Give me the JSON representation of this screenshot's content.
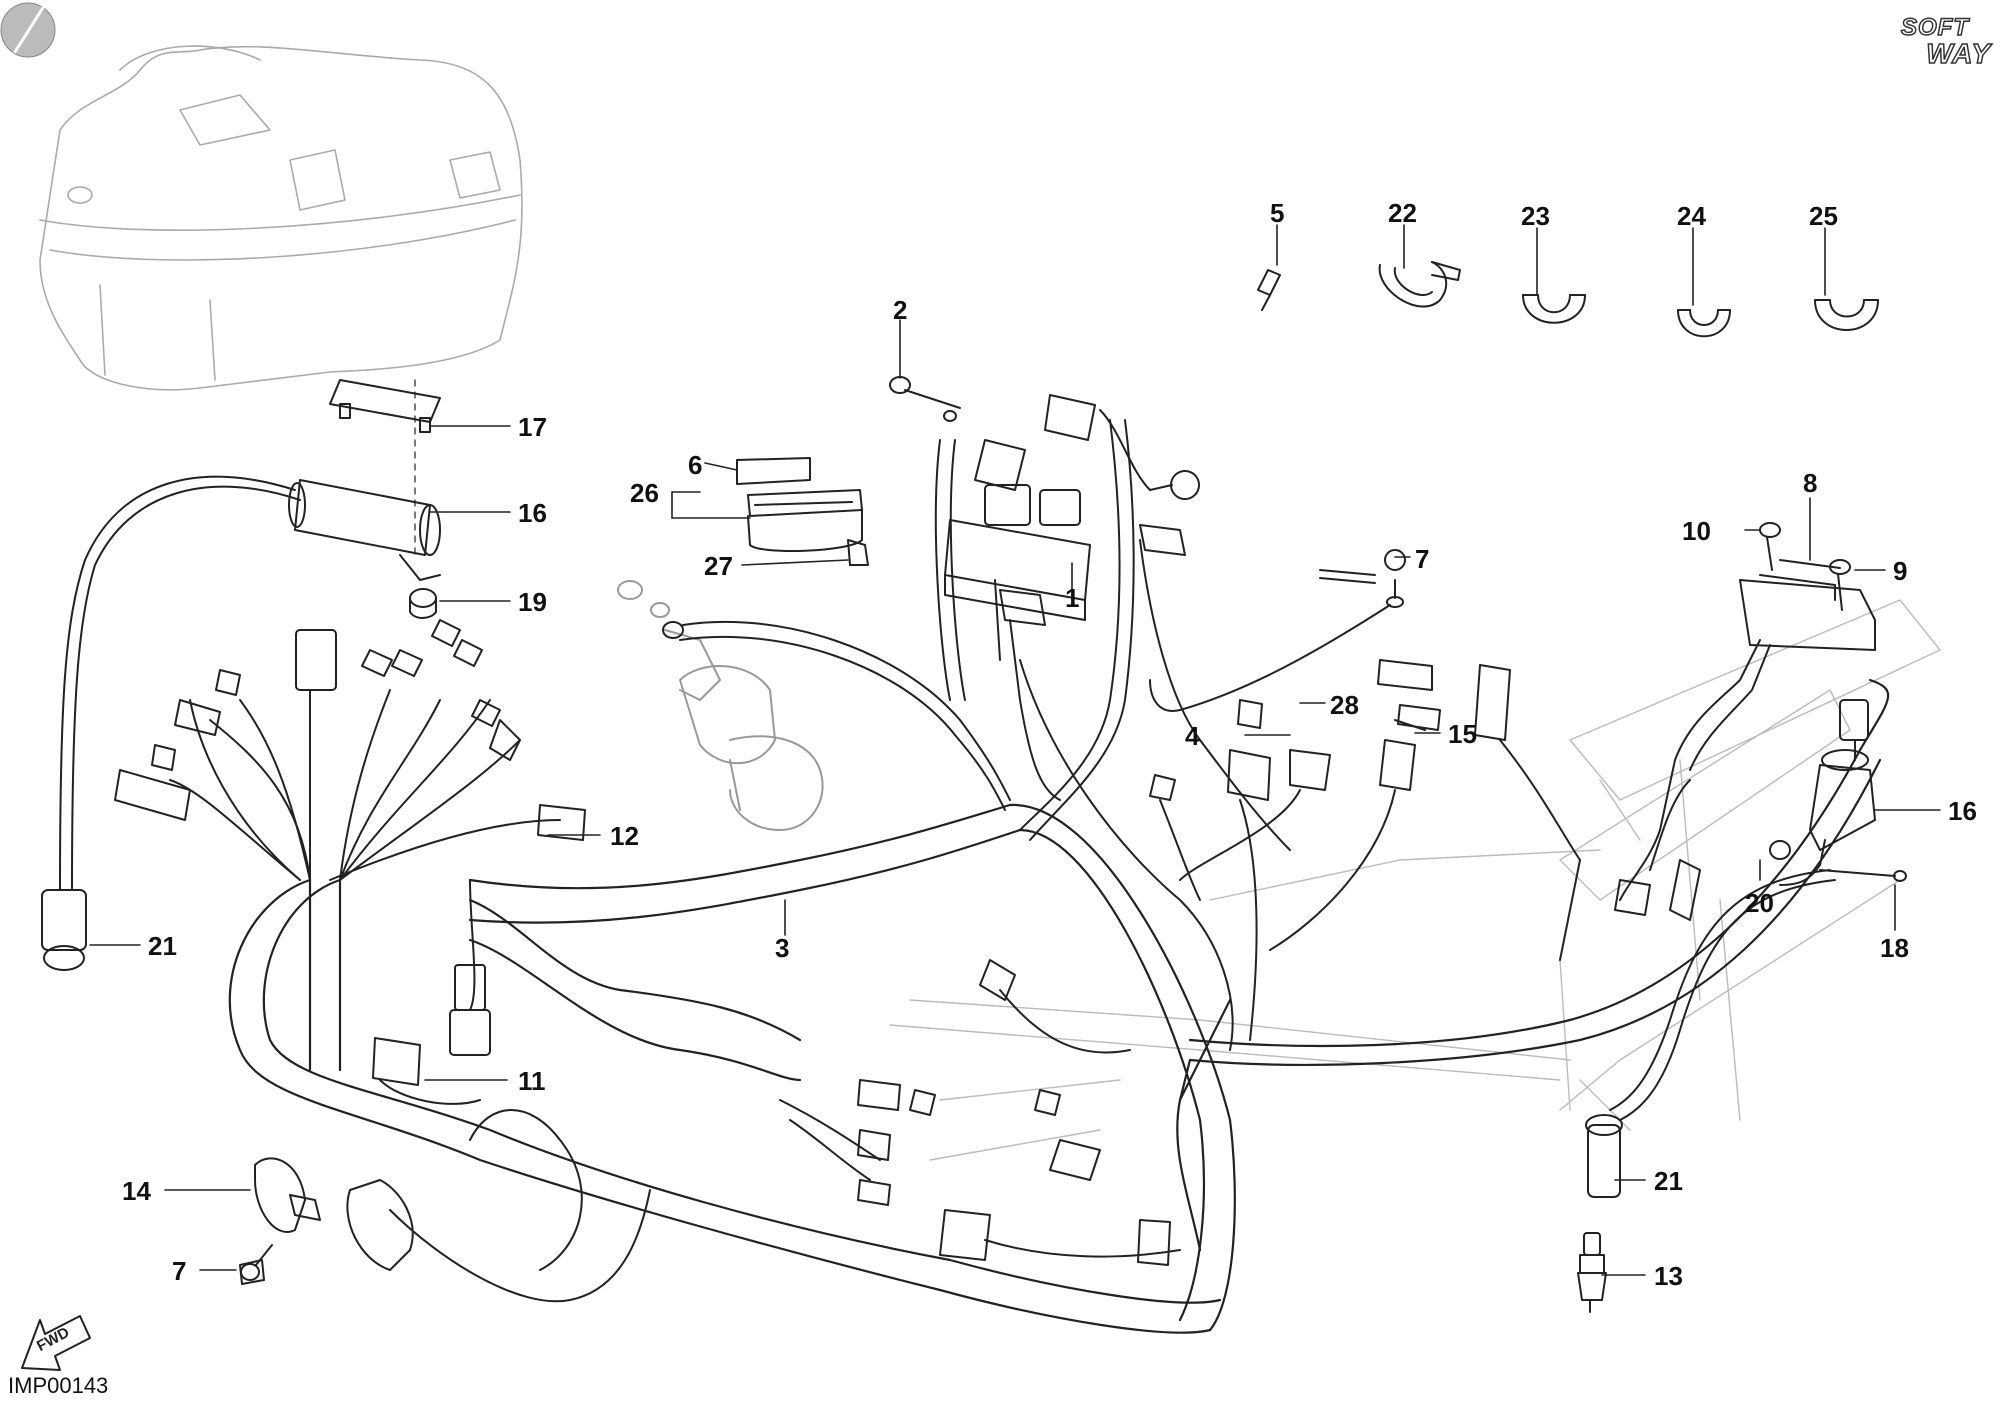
{
  "diagram": {
    "reference_code": "IMP00143",
    "brand_lines": [
      "SOFT",
      "WAY"
    ],
    "forward_label": "FWD",
    "parts": [
      {
        "label": "1",
        "name": "part-1"
      },
      {
        "label": "2",
        "name": "part-2"
      },
      {
        "label": "3",
        "name": "part-3"
      },
      {
        "label": "4",
        "name": "part-4"
      },
      {
        "label": "5",
        "name": "part-5"
      },
      {
        "label": "6",
        "name": "part-6"
      },
      {
        "label": "7",
        "name": "part-7-upper"
      },
      {
        "label": "7",
        "name": "part-7-lower"
      },
      {
        "label": "8",
        "name": "part-8"
      },
      {
        "label": "9",
        "name": "part-9"
      },
      {
        "label": "10",
        "name": "part-10"
      },
      {
        "label": "11",
        "name": "part-11"
      },
      {
        "label": "12",
        "name": "part-12"
      },
      {
        "label": "13",
        "name": "part-13"
      },
      {
        "label": "14",
        "name": "part-14"
      },
      {
        "label": "15",
        "name": "part-15"
      },
      {
        "label": "16",
        "name": "part-16-left"
      },
      {
        "label": "16",
        "name": "part-16-right"
      },
      {
        "label": "17",
        "name": "part-17"
      },
      {
        "label": "18",
        "name": "part-18"
      },
      {
        "label": "19",
        "name": "part-19"
      },
      {
        "label": "20",
        "name": "part-20"
      },
      {
        "label": "21",
        "name": "part-21-left"
      },
      {
        "label": "21",
        "name": "part-21-right"
      },
      {
        "label": "22",
        "name": "part-22"
      },
      {
        "label": "23",
        "name": "part-23"
      },
      {
        "label": "24",
        "name": "part-24"
      },
      {
        "label": "25",
        "name": "part-25"
      },
      {
        "label": "26",
        "name": "part-26"
      },
      {
        "label": "27",
        "name": "part-27"
      },
      {
        "label": "28",
        "name": "part-28"
      }
    ]
  }
}
